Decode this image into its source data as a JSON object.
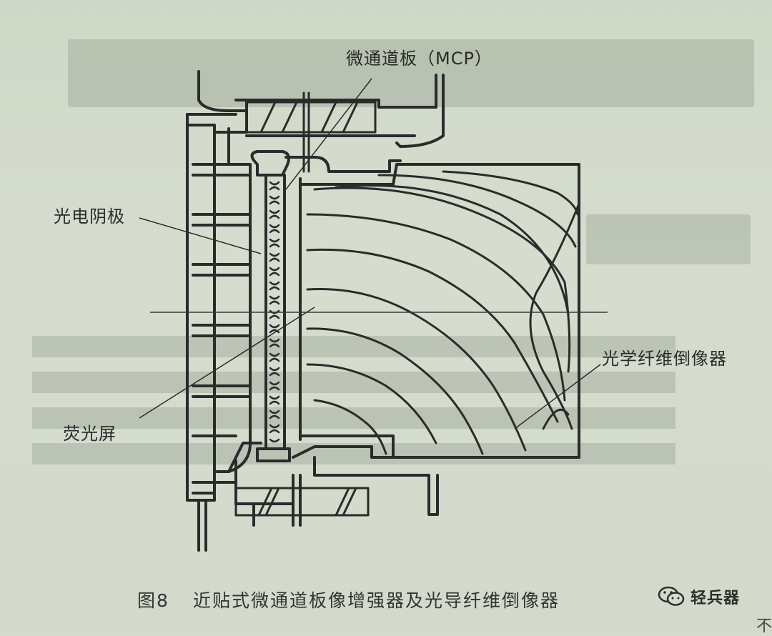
{
  "labels": {
    "mcp": "微通道板（MCP）",
    "photocathode": "光电阴极",
    "fiber_inverter": "光学纤维倒像器",
    "phosphor_screen": "荧光屏"
  },
  "caption": {
    "figure_number": "图8",
    "title": "近贴式微通道板像增强器及光导纤维倒像器"
  },
  "watermark": {
    "icon": "wechat-icon",
    "text": "轻兵器"
  },
  "edge_glyph": "不",
  "colors": {
    "ink": "#2b2b2b",
    "paper": "#d4dccd"
  }
}
